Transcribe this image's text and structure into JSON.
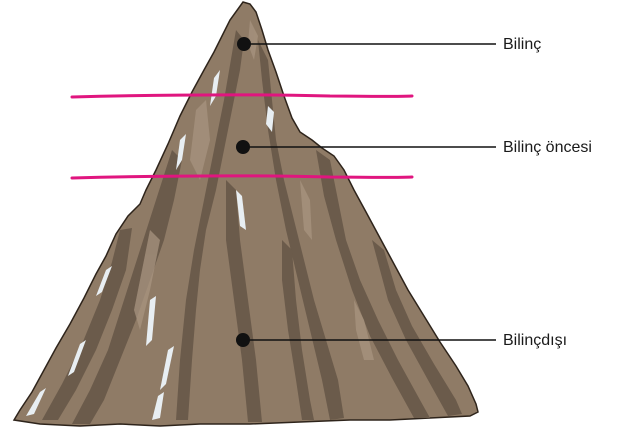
{
  "labels": {
    "conscious": "Bilinç",
    "preconscious": "Bilinç öncesi",
    "unconscious": "Bilinçdışı"
  },
  "colors": {
    "rock_base": "#8f7b66",
    "rock_dark": "#6b5b4b",
    "rock_light": "#a89480",
    "rock_outline": "#2e241b",
    "highlight": "#e8eef2",
    "divider_line": "#e0157f",
    "marker": "#111111",
    "leader_line": "#111111"
  }
}
